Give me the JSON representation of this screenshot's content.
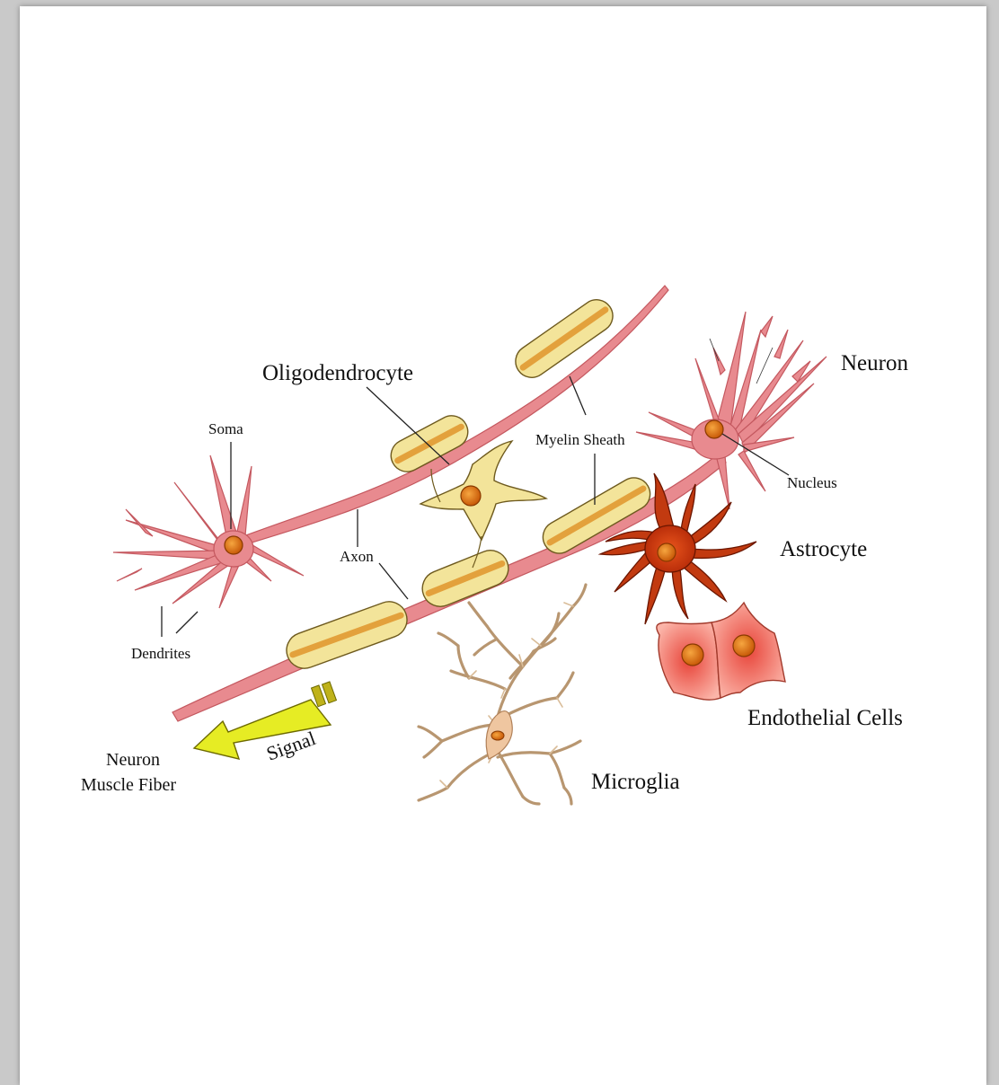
{
  "labels": {
    "oligodendrocyte": "Oligodendrocyte",
    "neuron": "Neuron",
    "soma": "Soma",
    "myelin_sheath": "Myelin Sheath",
    "nucleus": "Nucleus",
    "axon": "Axon",
    "astrocyte": "Astrocyte",
    "dendrites": "Dendrites",
    "endothelial_cells": "Endothelial Cells",
    "signal": "Signal",
    "target_line1": "Neuron",
    "target_line2": "Muscle Fiber",
    "microglia": "Microglia"
  },
  "colors": {
    "neuron": "#e88a8f",
    "neuron_outline": "#c4585f",
    "myelin": "#f3e49a",
    "myelin_stripe": "#e3a13c",
    "nucleus": "#e07a12",
    "astrocyte": "#c23a10",
    "astrocyte_outline": "#6b1600",
    "endothelial": "#f39a8e",
    "microglia": "#e9cfb0",
    "signal_arrow": "#e6ec24"
  }
}
